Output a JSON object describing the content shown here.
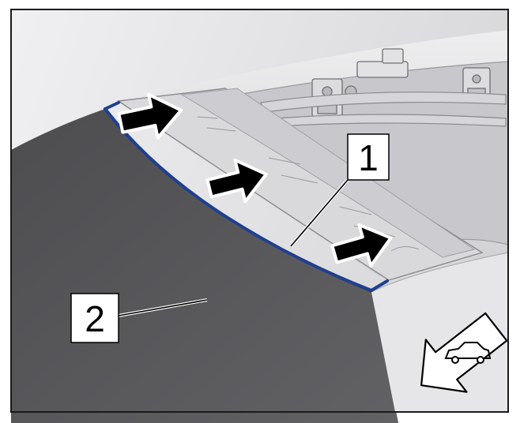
{
  "diagram": {
    "callouts": [
      {
        "label": "1",
        "part": "windshield-seal"
      },
      {
        "label": "2",
        "part": "windshield-glass"
      }
    ],
    "push_arrows": 3,
    "direction_icon": "car-forward-arrow-icon",
    "colors": {
      "background": "#ffffff",
      "border": "#1a1a1a",
      "glass": "#5b5b5d",
      "body_light": "#e4e4e6",
      "body_mid": "#cfcfd2",
      "seal": "#1f3f8f",
      "arrow_fill": "#000000",
      "arrow_outline": "#ffffff"
    }
  }
}
